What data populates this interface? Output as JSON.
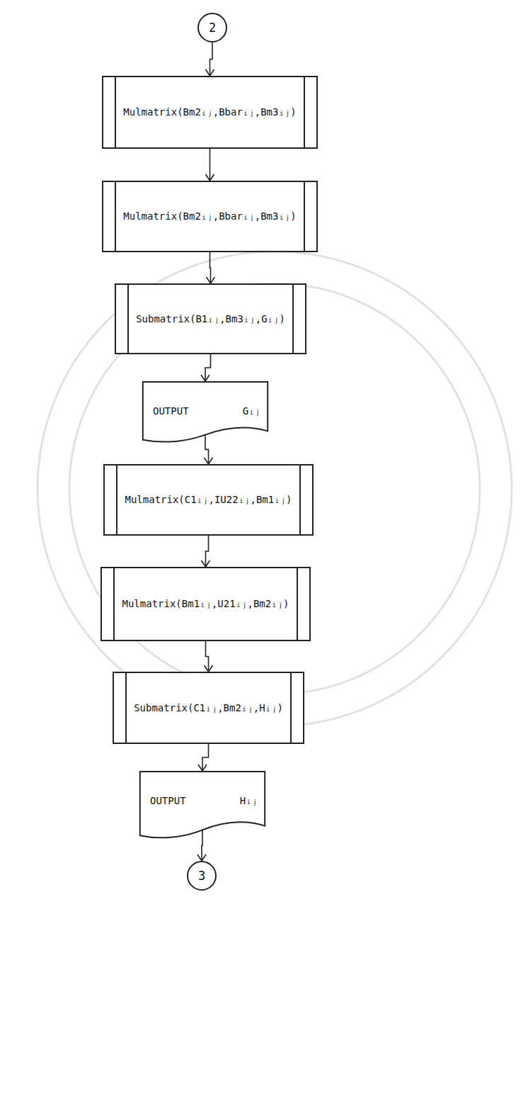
{
  "diagram": {
    "nodes": [
      {
        "text": [
          "2"
        ]
      },
      {
        "text": [
          "Mulmatrix(Bm2ᵢⱼ,Bbarᵢⱼ,Bm3ᵢⱼ)"
        ]
      },
      {
        "text": [
          "Mulmatrix(Bm2ᵢⱼ,Bbarᵢⱼ,Bm3ᵢⱼ)"
        ]
      },
      {
        "text": [
          "Submatrix(B1ᵢⱼ,Bm3ᵢⱼ,Gᵢⱼ)"
        ]
      },
      {
        "text": [
          "OUTPUT",
          "Gᵢⱼ"
        ]
      },
      {
        "text": [
          "Mulmatrix(C1ᵢⱼ,IU22ᵢⱼ,Bm1ᵢⱼ)"
        ]
      },
      {
        "text": [
          "Mulmatrix(Bm1ᵢⱼ,U21ᵢⱼ,Bm2ᵢⱼ)"
        ]
      },
      {
        "text": [
          "Submatrix(C1ᵢⱼ,Bm2ᵢⱼ,Hᵢⱼ)"
        ]
      },
      {
        "text": [
          "OUTPUT",
          "Hᵢⱼ"
        ]
      },
      {
        "text": [
          "3"
        ]
      }
    ],
    "edges": [
      {
        "from": 0,
        "to": 1,
        "arrow": "to"
      },
      {
        "from": 1,
        "to": 2,
        "arrow": "to"
      },
      {
        "from": 2,
        "to": 3,
        "arrow": "to"
      },
      {
        "from": 3,
        "to": 4,
        "arrow": "to"
      },
      {
        "from": 4,
        "to": 5,
        "arrow": "to"
      },
      {
        "from": 5,
        "to": 6,
        "arrow": "to"
      },
      {
        "from": 6,
        "to": 7,
        "arrow": "to"
      },
      {
        "from": 7,
        "to": 8,
        "arrow": "to"
      },
      {
        "from": 8,
        "to": 9,
        "arrow": "to"
      }
    ]
  }
}
